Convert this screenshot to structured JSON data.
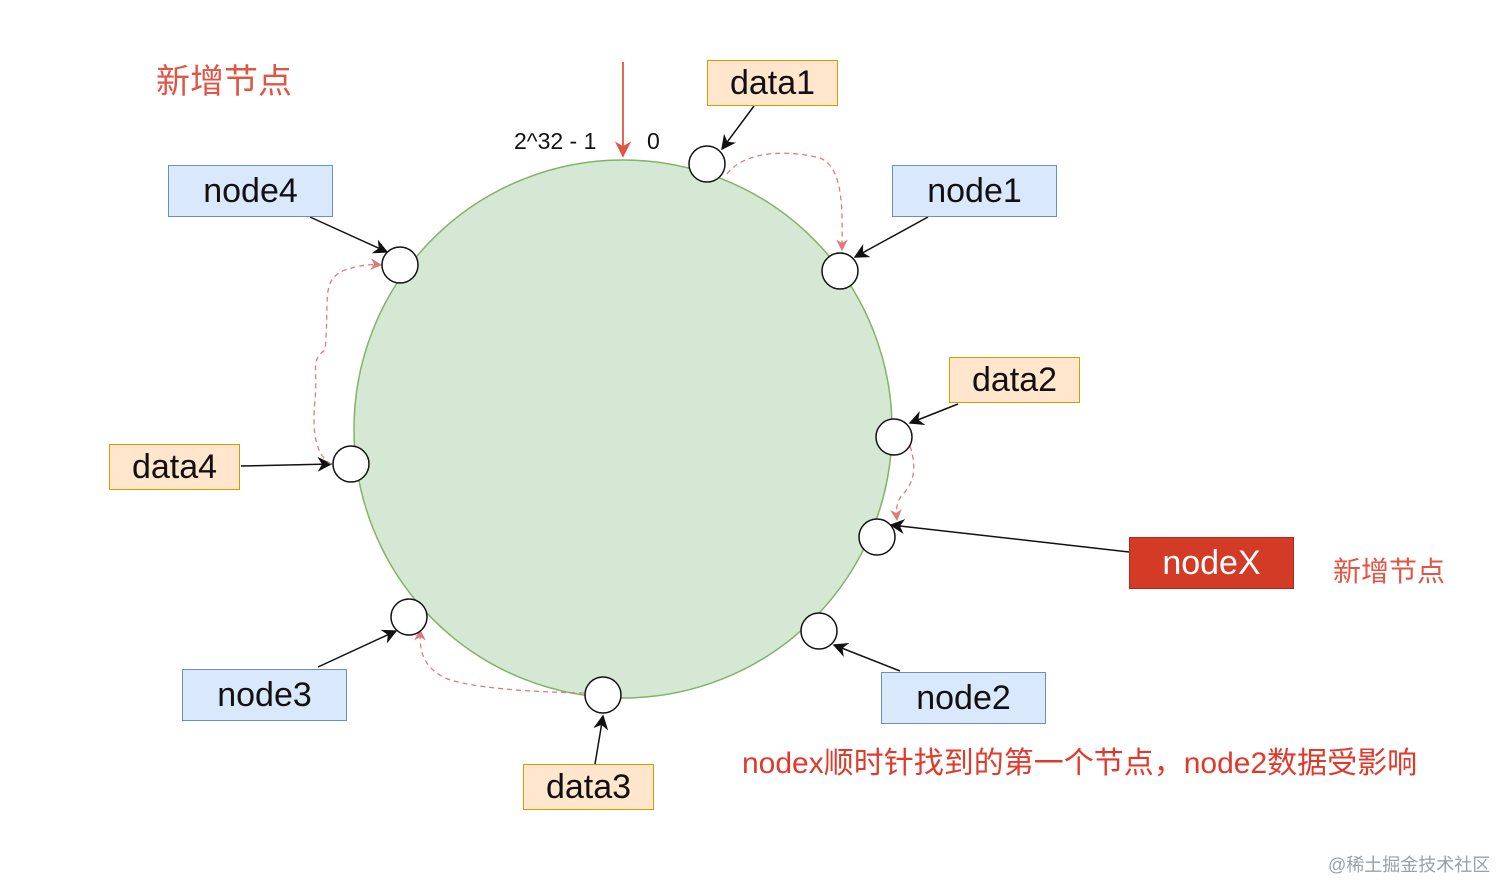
{
  "title": "新增节点",
  "ring": {
    "max_label": "2^32 - 1",
    "zero_label": "0"
  },
  "nodes": [
    {
      "id": "node1",
      "label": "node1"
    },
    {
      "id": "node2",
      "label": "node2"
    },
    {
      "id": "node3",
      "label": "node3"
    },
    {
      "id": "node4",
      "label": "node4"
    }
  ],
  "data": [
    {
      "id": "data1",
      "label": "data1"
    },
    {
      "id": "data2",
      "label": "data2"
    },
    {
      "id": "data3",
      "label": "data3"
    },
    {
      "id": "data4",
      "label": "data4"
    }
  ],
  "new_node": {
    "label": "nodeX",
    "side_label": "新增节点"
  },
  "note": "nodex顺时针找到的第一个节点，node2数据受影响",
  "watermark": "@稀土掘金技术社区",
  "colors": {
    "ring_fill": "#d5e8d4",
    "ring_stroke": "#82b366",
    "node_fill": "#dae8fc",
    "node_stroke": "#6c8ebf",
    "data_fill": "#ffe6cc",
    "data_stroke": "#d79b00",
    "new_node_fill": "#d33b27",
    "accent_red": "#e05545",
    "dashed_arrow": "#e07b7b"
  }
}
